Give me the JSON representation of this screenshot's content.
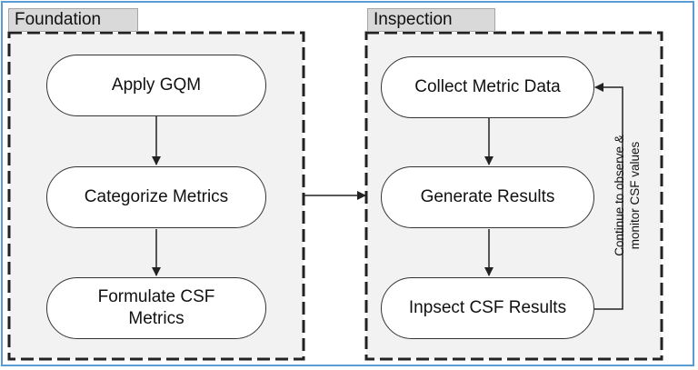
{
  "frame": {
    "border_color": "#5b9bd5"
  },
  "panels": {
    "foundation": {
      "title": "Foundation",
      "nodes": [
        "Apply GQM",
        "Categorize Metrics",
        "Formulate CSF\nMetrics"
      ]
    },
    "inspection": {
      "title": "Inspection",
      "nodes": [
        "Collect Metric Data",
        "Generate Results",
        "Inpsect CSF Results"
      ]
    }
  },
  "loop_label": [
    "Continue to observe &",
    "monitor CSF values"
  ],
  "colors": {
    "panel_fill": "#f2f2f2",
    "tab_fill": "#d9d9d9",
    "stroke": "#222222"
  }
}
